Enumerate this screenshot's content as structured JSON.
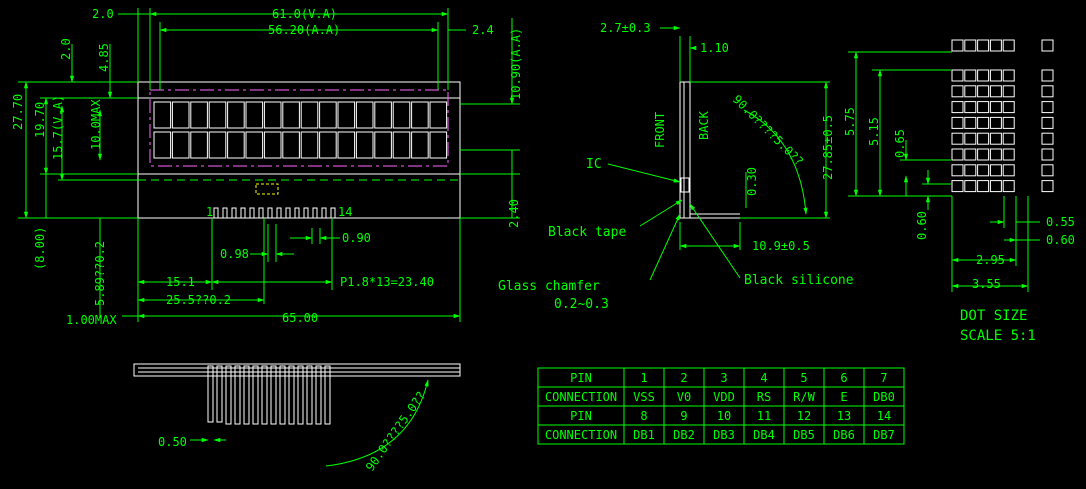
{
  "colors": {
    "background": "#000000",
    "line": "#00ff00",
    "outline": "#ffffff",
    "viewing_area": "#ff66ff",
    "ic": "#ffff00",
    "text": "#00ff00"
  },
  "front_view": {
    "dims": {
      "outline_width": "61.0(V.A)",
      "va_width": "56.20(A.A)",
      "left_offset": "2.0",
      "right_offset": "2.4",
      "top_offset": "2.0",
      "glass_top": "4.85",
      "height_right": "10.90(A.A)",
      "overall_height": "27.70",
      "glass_height": "19.70",
      "va_height": "15.7(V.A)",
      "max_height": "10.0MAX",
      "lower_offset": "5.89??0.2",
      "bottom_offset": "(8.00)",
      "pin_offset_right": "2.40",
      "pin_width": "0.98",
      "pin_spacing_small": "0.90",
      "pin_start": "15.1",
      "pin_pitch": "P1.8*13=23.40",
      "pin_center": "25.5??0.2",
      "bottom_max": "1.00MAX",
      "overall_width": "65.00"
    },
    "pin_first": "1",
    "pin_last": "14"
  },
  "side_view": {
    "dims": {
      "thickness_top": "2.7±0.3",
      "thickness_small": "1.10",
      "angle": "90.0????5.0??",
      "height": "27.85±0.5",
      "ic_gap": "0.30",
      "pin_length": "10.9±0.5"
    },
    "labels": {
      "front": "FRONT",
      "back": "BACK",
      "ic": "IC",
      "black_tape": "Black tape",
      "glass_chamfer": "Glass chamfer",
      "chamfer_range": "0.2~0.3",
      "black_silicone": "Black silicone"
    }
  },
  "bottom_view": {
    "dims": {
      "pin_thickness": "0.50",
      "angle": "90.0????5.0??"
    }
  },
  "dot_view": {
    "dims": {
      "height_total": "5.75",
      "height_inner": "5.15",
      "dot_height": "0.65",
      "dot_gap": "0.60",
      "dot_width": "0.55",
      "dot_gap_right": "0.60",
      "width_inner": "2.95",
      "width_total": "3.55"
    },
    "title": "DOT SIZE",
    "scale": "SCALE 5:1"
  },
  "pin_table": {
    "rows": [
      [
        "PIN",
        "1",
        "2",
        "3",
        "4",
        "5",
        "6",
        "7"
      ],
      [
        "CONNECTION",
        "VSS",
        "V0",
        "VDD",
        "RS",
        "R/W",
        "E",
        "DB0"
      ],
      [
        "PIN",
        "8",
        "9",
        "10",
        "11",
        "12",
        "13",
        "14"
      ],
      [
        "CONNECTION",
        "DB1",
        "DB2",
        "DB3",
        "DB4",
        "DB5",
        "DB6",
        "DB7"
      ]
    ]
  }
}
